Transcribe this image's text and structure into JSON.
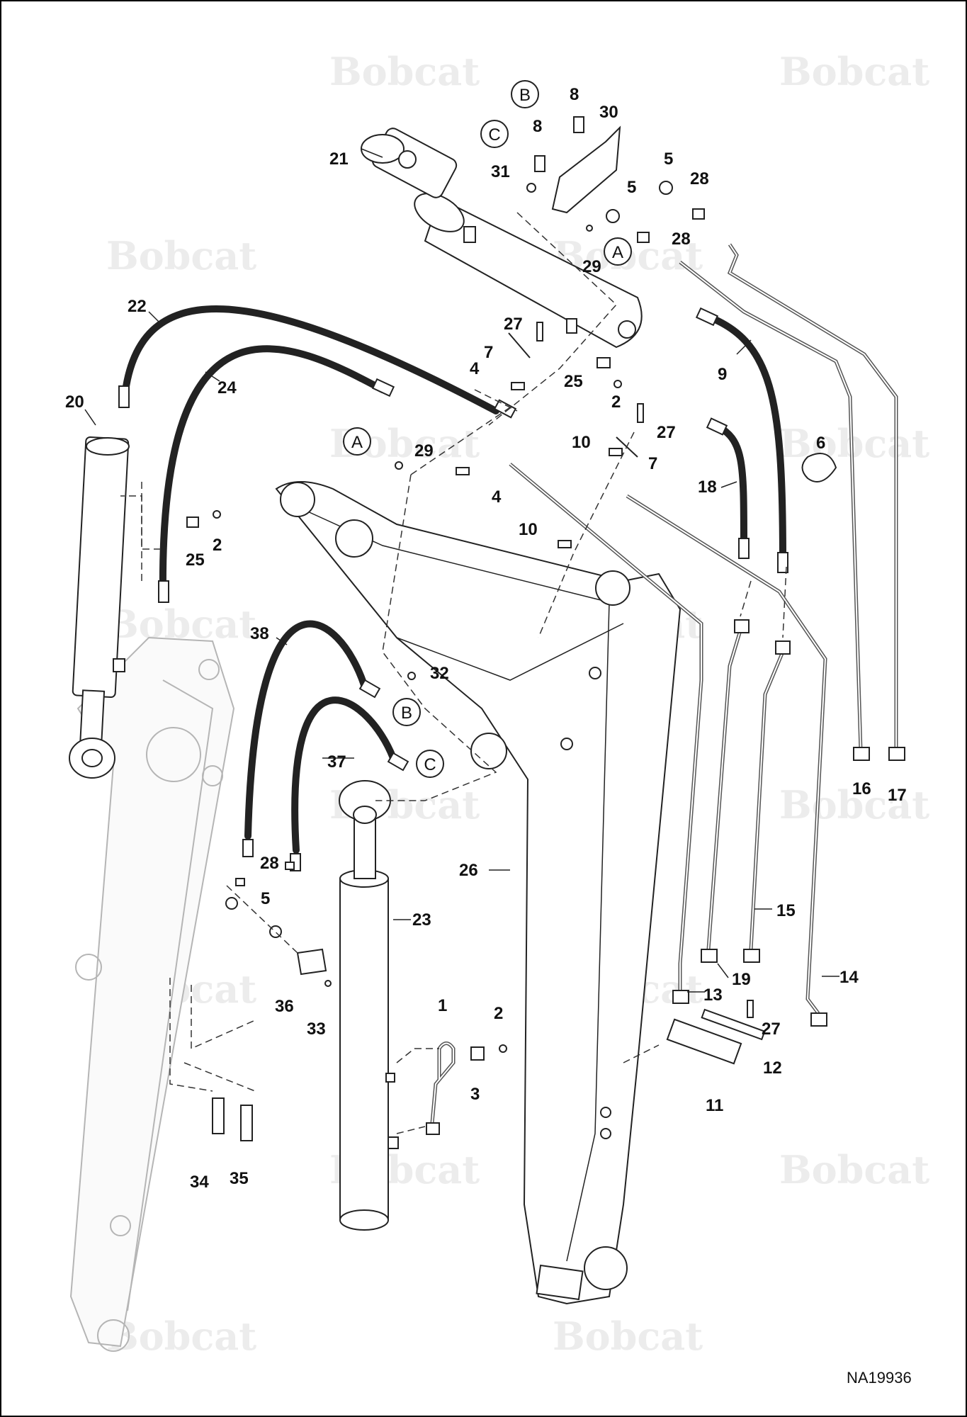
{
  "watermark": {
    "brand": "Bobcat"
  },
  "drawing_number": "NA19936",
  "callouts": {
    "c1": "1",
    "c2a": "2",
    "c2b": "2",
    "c2c": "2",
    "c3": "3",
    "c4a": "4",
    "c4b": "4",
    "c5a": "5",
    "c5b": "5",
    "c5c": "5",
    "c6": "6",
    "c7a": "7",
    "c7b": "7",
    "c8a": "8",
    "c8b": "8",
    "c9": "9",
    "c10a": "10",
    "c10b": "10",
    "c11": "11",
    "c12": "12",
    "c13": "13",
    "c14": "14",
    "c15": "15",
    "c16": "16",
    "c17": "17",
    "c18": "18",
    "c19": "19",
    "c20": "20",
    "c21": "21",
    "c22": "22",
    "c23": "23",
    "c24": "24",
    "c25a": "25",
    "c25b": "25",
    "c26": "26",
    "c27a": "27",
    "c27b": "27",
    "c27c": "27",
    "c28a": "28",
    "c28b": "28",
    "c28c": "28",
    "c29a": "29",
    "c29b": "29",
    "c30": "30",
    "c31": "31",
    "c32": "32",
    "c33": "33",
    "c34": "34",
    "c35": "35",
    "c36": "36",
    "c37": "37",
    "c38": "38"
  },
  "connection_refs": {
    "b_top": "B",
    "c_top": "C",
    "a_top": "A",
    "a_left": "A",
    "b_mid": "B",
    "c_mid": "C"
  }
}
